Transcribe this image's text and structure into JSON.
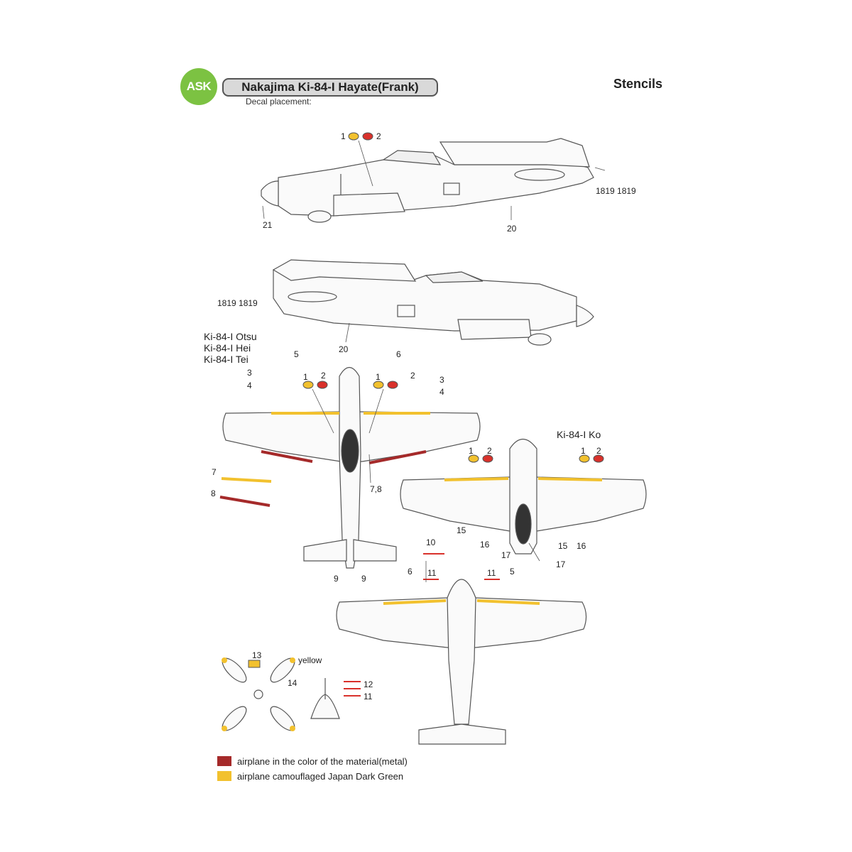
{
  "header": {
    "logo_text": "ASK",
    "title": "Nakajima Ki-84-I Hayate(Frank)",
    "subtitle": "Decal placement:",
    "sheet_title": "Stencils"
  },
  "variants": {
    "group_a": [
      "Ki-84-I Otsu",
      "Ki-84-I Hei",
      "Ki-84-I Tei"
    ],
    "group_b": "Ki-84-I Ko"
  },
  "callouts": {
    "n1": "1",
    "n2": "2",
    "n3": "3",
    "n4": "4",
    "n5": "5",
    "n6": "6",
    "n7": "7",
    "n8": "8",
    "n78": "7,8",
    "n9": "9",
    "n10": "10",
    "n11": "11",
    "n12": "12",
    "n13": "13",
    "n14": "14",
    "n15": "15",
    "n16": "16",
    "n17": "17",
    "n18": "18",
    "n19": "19",
    "n1819": "1819 1819",
    "n20": "20",
    "n21": "21",
    "yellow_note": "yellow"
  },
  "legend": [
    {
      "color": "#a52a2a",
      "text": "airplane in the color of the material(metal)"
    },
    {
      "color": "#f2c12e",
      "text": "airplane camouflaged Japan Dark Green"
    }
  ],
  "colors": {
    "metal": "#a52a2a",
    "green_camo": "#f2c12e",
    "aircraft_outline": "#555555",
    "logo_green": "#7cc242",
    "decal_red": "#d9312b",
    "decal_yellow": "#f2c12e"
  }
}
